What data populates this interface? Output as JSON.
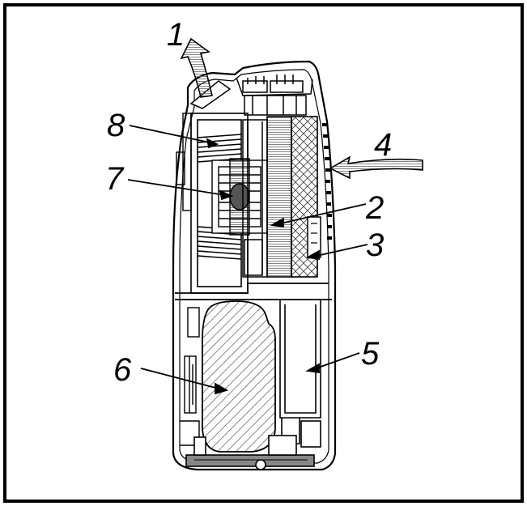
{
  "diagram": {
    "callouts": [
      {
        "number": "1",
        "name": "air-outlet"
      },
      {
        "number": "2",
        "name": "filter-2"
      },
      {
        "number": "3",
        "name": "filter-3"
      },
      {
        "number": "4",
        "name": "air-inlet"
      },
      {
        "number": "5",
        "name": "water-tank"
      },
      {
        "number": "6",
        "name": "compressor"
      },
      {
        "number": "7",
        "name": "fan-hub"
      },
      {
        "number": "8",
        "name": "fan-impeller"
      }
    ],
    "colors": {
      "line": "#000000",
      "hatch": "#555555",
      "background": "#ffffff"
    }
  }
}
